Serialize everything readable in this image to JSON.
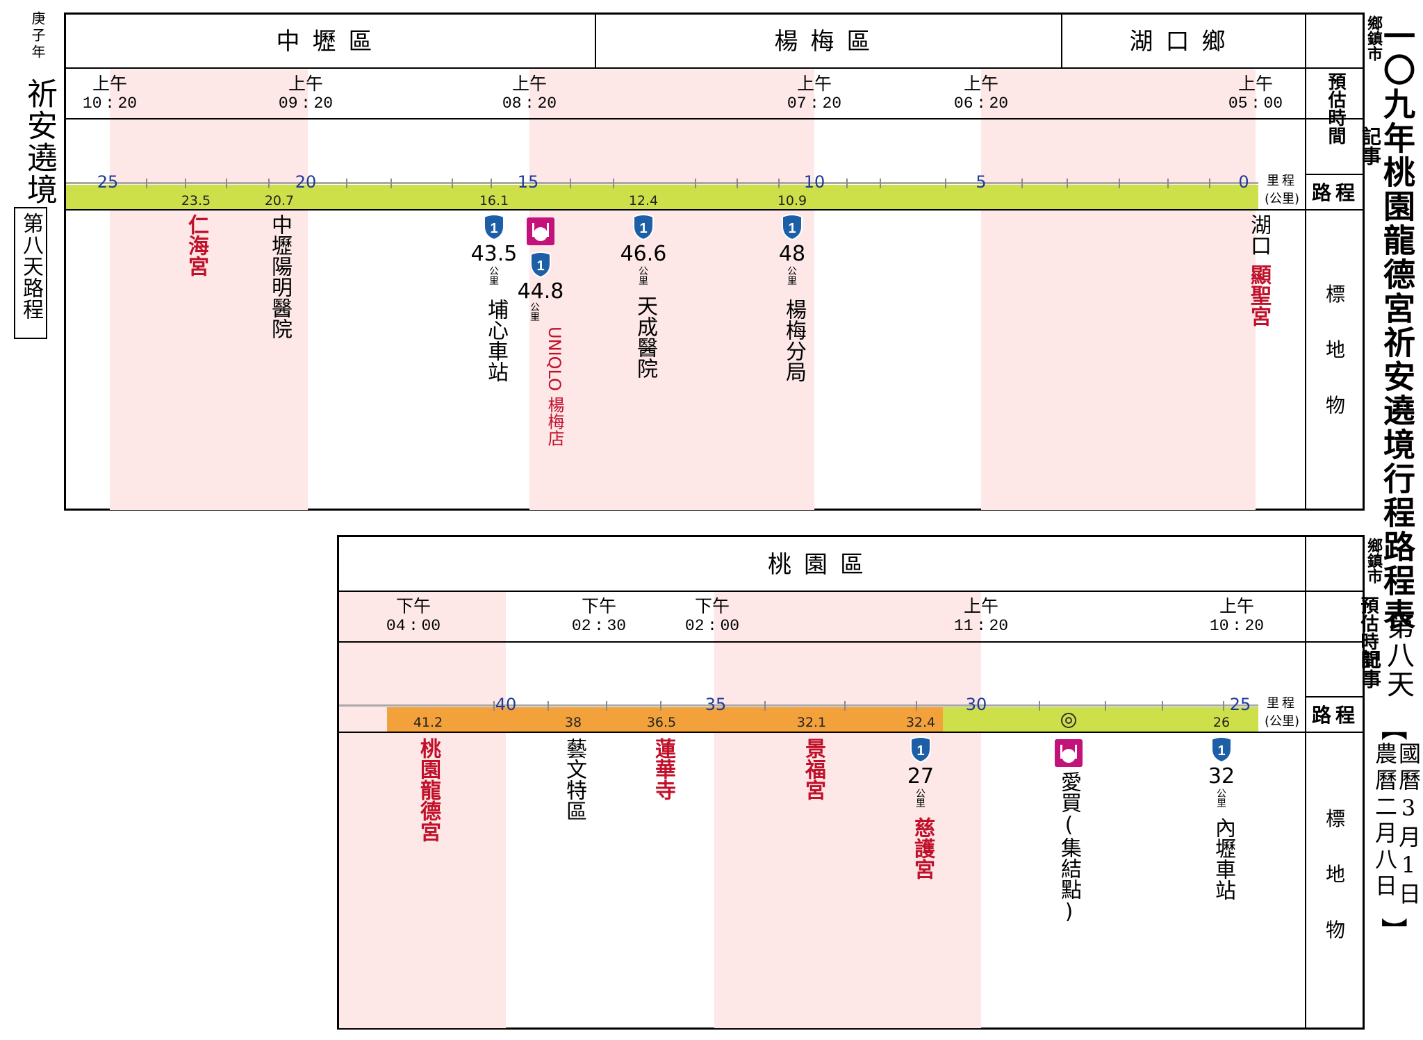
{
  "left_margin": {
    "year": "庚子年",
    "title": "祈安遶境",
    "day_box": "第八天路程"
  },
  "right_margin": {
    "title": "一〇九年桃園龍德宮祈安遶境行程路程表",
    "day": "第八天",
    "date_open": "【",
    "date_solar": "國曆3月1日",
    "date_lunar": "農曆二月八日",
    "date_close": "】"
  },
  "row_labels": {
    "township": "鄉鎮市",
    "time": "預估時間",
    "notes": "記事",
    "route": "路程",
    "mileage_unit_1": "里程",
    "mileage_unit_2": "(公里)",
    "landmark_1": "標",
    "landmark_2": "地",
    "landmark_3": "物"
  },
  "unit_km": "公里",
  "colors": {
    "green_band": "#cde04a",
    "orange_band": "#f3a23b",
    "shade": "#fde7e7",
    "temple_red": "#c0102a",
    "highway_blue": "#1d5fa6",
    "food_magenta": "#c4127b",
    "tick_blue": "#1f3b9a"
  },
  "panel1": {
    "districts": [
      "中壢區",
      "楊梅區",
      "湖口鄉"
    ],
    "times": [
      {
        "ampm": "上午",
        "t": "10:20"
      },
      {
        "ampm": "上午",
        "t": "09:20"
      },
      {
        "ampm": "上午",
        "t": "08:20"
      },
      {
        "ampm": "上午",
        "t": "07:20"
      },
      {
        "ampm": "上午",
        "t": "06:20"
      },
      {
        "ampm": "上午",
        "t": "05:00"
      }
    ],
    "scale_labels": [
      "25",
      "20",
      "15",
      "10",
      "5",
      "0"
    ],
    "km_markers": [
      "23.5",
      "20.7",
      "16.1",
      "12.4",
      "10.9"
    ],
    "landmarks": {
      "renhai": "仁海宮",
      "zhongli_yangming": "中壢陽明醫院",
      "hwy_1a": "43.5",
      "puxin_station": "埔心車站",
      "hwy_1b": "44.8",
      "uniqlo": "UNIQLO 楊梅店",
      "hwy_1c": "46.6",
      "tiancheng": "天成醫院",
      "hwy_1d": "48",
      "yangmei_branch": "楊梅分局",
      "hukou": "湖口",
      "xiansheng": "顯聖宮"
    }
  },
  "panel2": {
    "districts": [
      "桃園區"
    ],
    "times": [
      {
        "ampm": "下午",
        "t": "04:00"
      },
      {
        "ampm": "下午",
        "t": "02:30"
      },
      {
        "ampm": "下午",
        "t": "02:00"
      },
      {
        "ampm": "上午",
        "t": "11:20"
      },
      {
        "ampm": "上午",
        "t": "10:20"
      }
    ],
    "scale_labels": [
      "40",
      "35",
      "30",
      "25"
    ],
    "km_markers": [
      "41.2",
      "38",
      "36.5",
      "32.1",
      "32.4",
      "26"
    ],
    "landmarks": {
      "longde": "桃園龍德宮",
      "art_district": "藝文特區",
      "lianhua": "蓮華寺",
      "jingfu": "景福宮",
      "hwy_1e": "27",
      "cihu": "慈護宮",
      "aimai": "愛買(集結點)",
      "hwy_1f": "32",
      "neili_station": "內壢車站"
    }
  }
}
